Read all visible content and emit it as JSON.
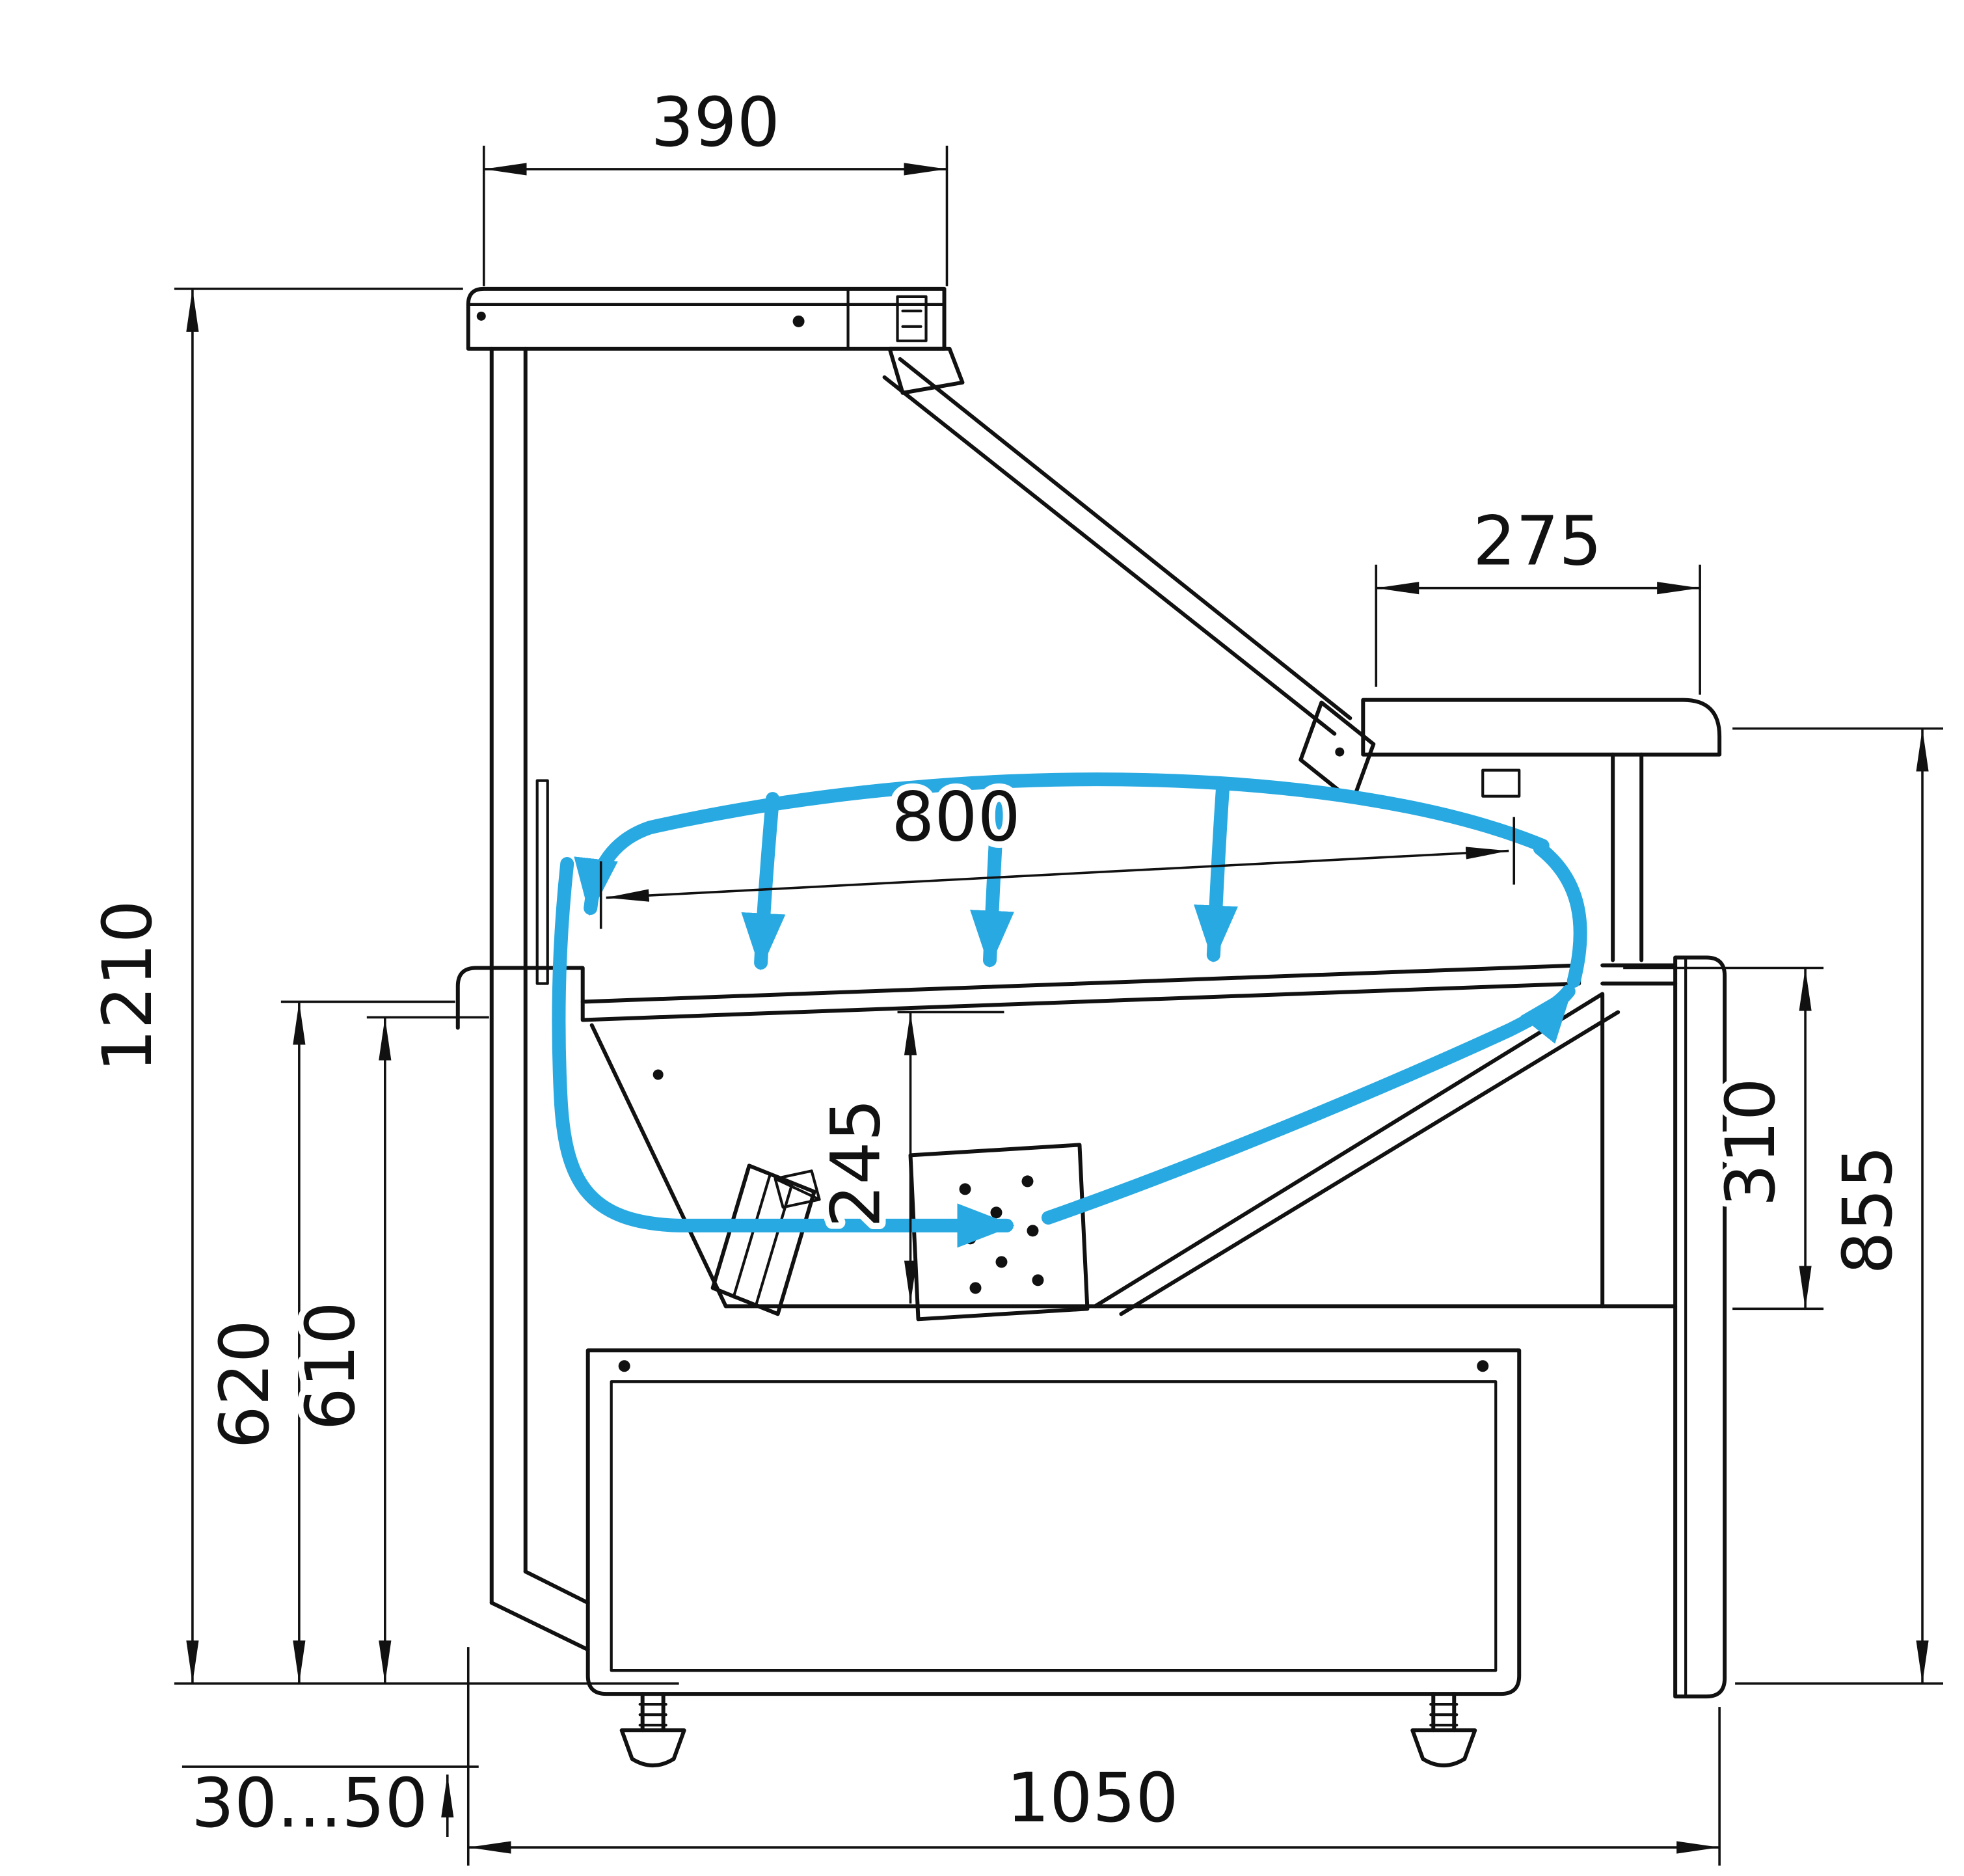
{
  "diagram": {
    "kind": "technical-cross-section-drawing",
    "subject": "Refrigerated serve-over display counter, side section with air circulation arrows",
    "units": "mm",
    "colors": {
      "line": "#111111",
      "airflow": "#29A9E1",
      "background": "#ffffff"
    },
    "dimensions": {
      "canopy_width": "390",
      "countertop_depth": "275",
      "display_length": "800",
      "overall_height": "1210",
      "rear_upper_height": "620",
      "rear_lower_height": "610",
      "well_depth": "245",
      "front_opening_height": "310",
      "front_height": "855",
      "feet_adjust_range": "30...50",
      "base_depth": "1050"
    },
    "airflow": {
      "color": "#29A9E1",
      "description": "Cold-air loop: rises in front duct, crosses the top, falls as air curtain onto display deck, returns along bottom duct",
      "arrow_count": 6
    }
  }
}
